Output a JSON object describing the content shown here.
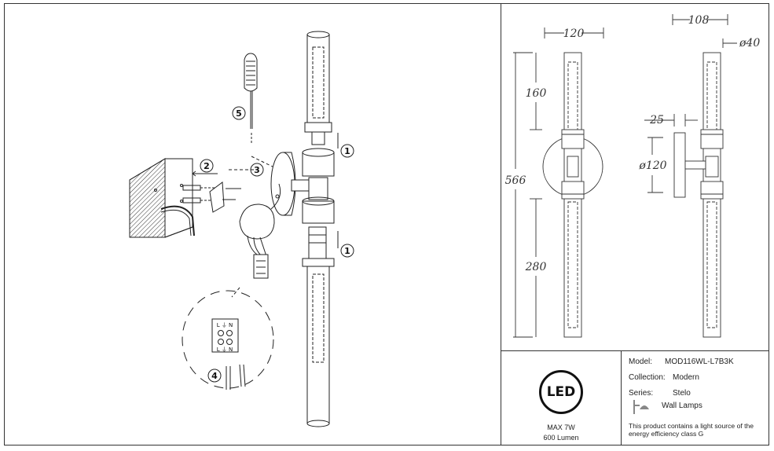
{
  "drawing": {
    "steps": [
      "5",
      "2",
      "3",
      "1",
      "1",
      "4"
    ],
    "terminal_top": "L ⏚ N",
    "terminal_bottom": "L ⏚ N"
  },
  "dimensions": {
    "front_width": "120",
    "side_width": "108",
    "tube_diameter": "ø40",
    "top_height": "160",
    "total_height": "566",
    "bottom_height": "280",
    "plate_depth": "25",
    "plate_diameter": "ø120"
  },
  "led": {
    "logo": "LED",
    "max_power": "MAX 7W",
    "lumen": "600 Lumen"
  },
  "info": {
    "model_label": "Model:",
    "model_value": "MOD116WL-L7B3K",
    "collection_label": "Collection:",
    "collection_value": "Modern",
    "series_label": "Series:",
    "series_value": "Stelo",
    "category_icon": "wall-lamp-icon",
    "category": "Wall Lamps",
    "energy_note": "This product contains a light source of the energy efficiency class G"
  }
}
